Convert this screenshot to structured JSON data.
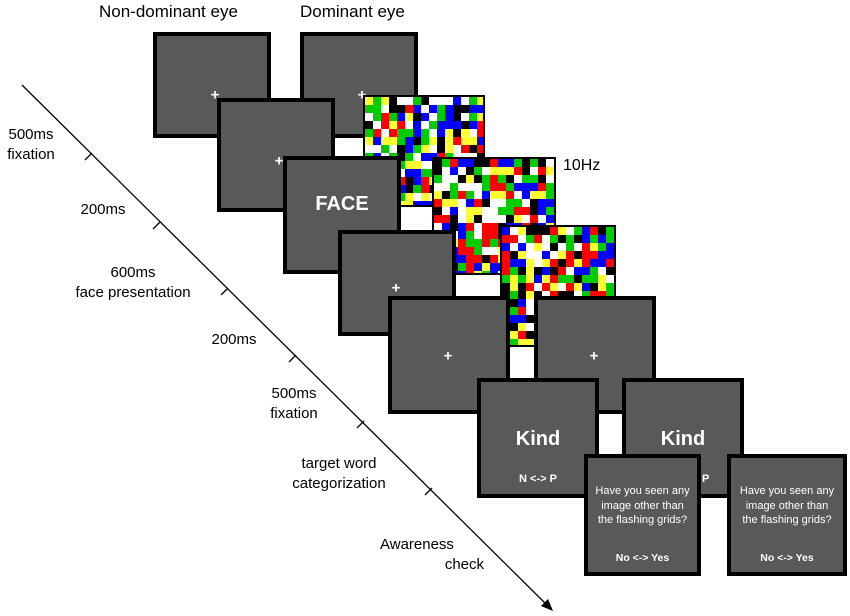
{
  "headers": {
    "left_eye": "Non-dominant eye",
    "right_eye": "Dominant eye"
  },
  "frequency": "10Hz",
  "timeline": [
    {
      "duration": "500ms",
      "label": "fixation"
    },
    {
      "duration": "200ms",
      "label": ""
    },
    {
      "duration": "600ms",
      "label": "face presentation"
    },
    {
      "duration": "200ms",
      "label": ""
    },
    {
      "duration": "500ms",
      "label": "fixation"
    },
    {
      "duration": "target word",
      "label": "categorization"
    },
    {
      "duration": "Awareness",
      "label": "check"
    }
  ],
  "screens": {
    "fixation_symbol": "+",
    "face_text": "FACE",
    "word_text": "Kind",
    "response_keys": "N <-> P",
    "response_key_partial": "P",
    "awareness_question": "Have you seen any image other than the flashing grids?",
    "awareness_options": "No <-> Yes"
  },
  "noise_colors": [
    "#ff0000",
    "#00cc00",
    "#0000ff",
    "#ffff33",
    "#ffffff",
    "#000000"
  ]
}
